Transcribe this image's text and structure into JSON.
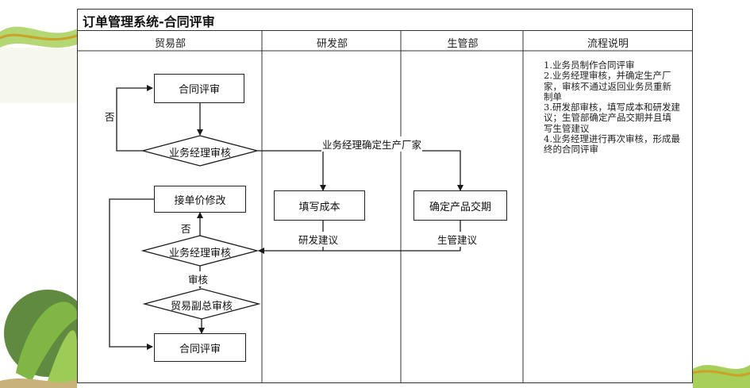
{
  "title": "订单管理系统-合同评审",
  "columns": {
    "trade": "贸易部",
    "rnd": "研发部",
    "production": "生管部",
    "notes": "流程说明"
  },
  "notes_text": "1.业务员制作合同评审\n2.业务经理审核，并确定生产厂家，审核不通过返回业务员重新制单\n3.研发部审核，填写成本和研发建议；生管部确定产品交期并且填写生管建议\n4.业务经理进行再次审核，形成最终的合同评审",
  "nodes": {
    "contract_review_1": "合同评审",
    "manager_review_1": "业务经理审核",
    "order_price_edit": "接单价修改",
    "fill_cost": "填写成本",
    "delivery_date": "确定产品交期",
    "manager_review_2": "业务经理审核",
    "vp_review": "贸易副总审核",
    "contract_review_2": "合同评审"
  },
  "flow_labels": {
    "no_1": "否",
    "determine_factory": "业务经理确定生产厂家",
    "no_2": "否",
    "rnd_advice": "研发建议",
    "production_advice": "生管建议",
    "approved": "审核"
  },
  "colors": {
    "line": "#1a1a1a",
    "border": "#333333",
    "deco_green": "#8bbf3a",
    "deco_dark": "#3f6a1e"
  }
}
